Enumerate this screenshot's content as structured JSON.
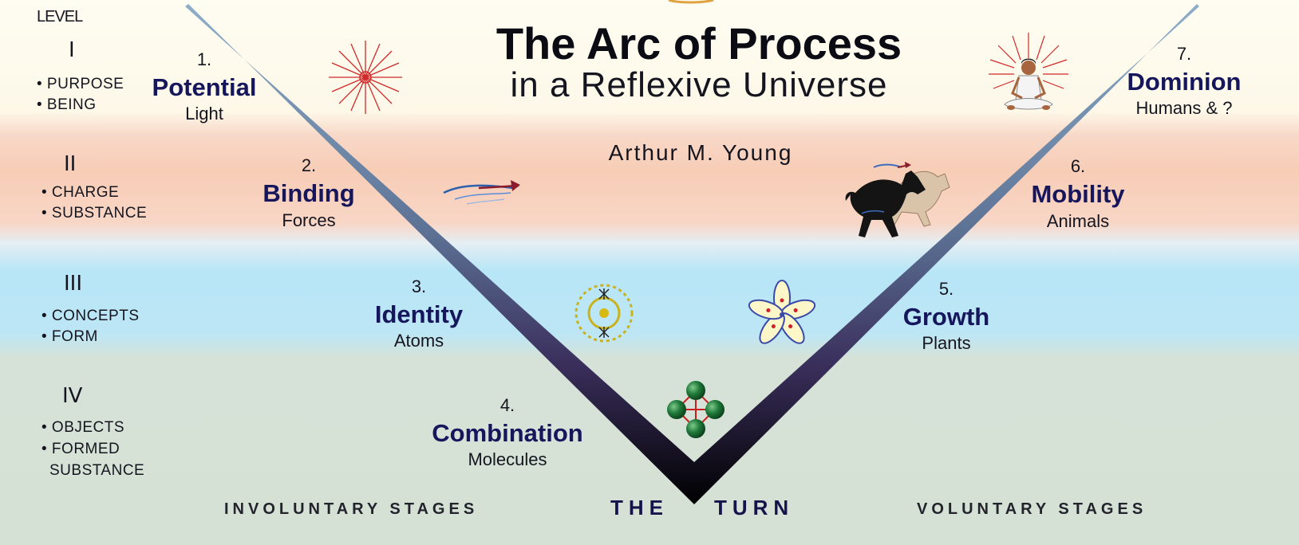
{
  "title": {
    "line1": "The Arc of Process",
    "line2": "in a Reflexive Universe",
    "author": "Arthur M. Young"
  },
  "level_heading": "LEVEL",
  "levels": [
    {
      "numeral": "I",
      "items": [
        "• PURPOSE",
        "• BEING"
      ]
    },
    {
      "numeral": "II",
      "items": [
        "• CHARGE",
        "• SUBSTANCE"
      ]
    },
    {
      "numeral": "III",
      "items": [
        "• CONCEPTS",
        "• FORM"
      ]
    },
    {
      "numeral": "IV",
      "items": [
        "• OBJECTS",
        "• FORMED",
        "SUBSTANCE"
      ]
    }
  ],
  "stages": [
    {
      "number": "1.",
      "name": "Potential",
      "sub": "Light"
    },
    {
      "number": "2.",
      "name": "Binding",
      "sub": "Forces"
    },
    {
      "number": "3.",
      "name": "Identity",
      "sub": "Atoms"
    },
    {
      "number": "4.",
      "name": "Combination",
      "sub": "Molecules"
    },
    {
      "number": "5.",
      "name": "Growth",
      "sub": "Plants"
    },
    {
      "number": "6.",
      "name": "Mobility",
      "sub": "Animals"
    },
    {
      "number": "7.",
      "name": "Dominion",
      "sub": "Humans & ?"
    }
  ],
  "footer": {
    "involuntary": "INVOLUNTARY STAGES",
    "the": "THE",
    "turn": "TURN",
    "voluntary": "VOLUNTARY STAGES"
  },
  "icons": [
    "light-burst-icon",
    "wave-arrow-icon",
    "atom-icon",
    "molecule-icon",
    "flower-icon",
    "horse-icon",
    "meditating-person-icon"
  ],
  "colors": {
    "arc_top": "#7a9cb8",
    "arc_bottom": "#000000",
    "stage_name": "#16165c",
    "band_level_1": "#fefdf2",
    "band_level_2": "#f7cdb6",
    "band_level_3": "#b7e6f7",
    "band_level_4": "#d6e1d6"
  }
}
